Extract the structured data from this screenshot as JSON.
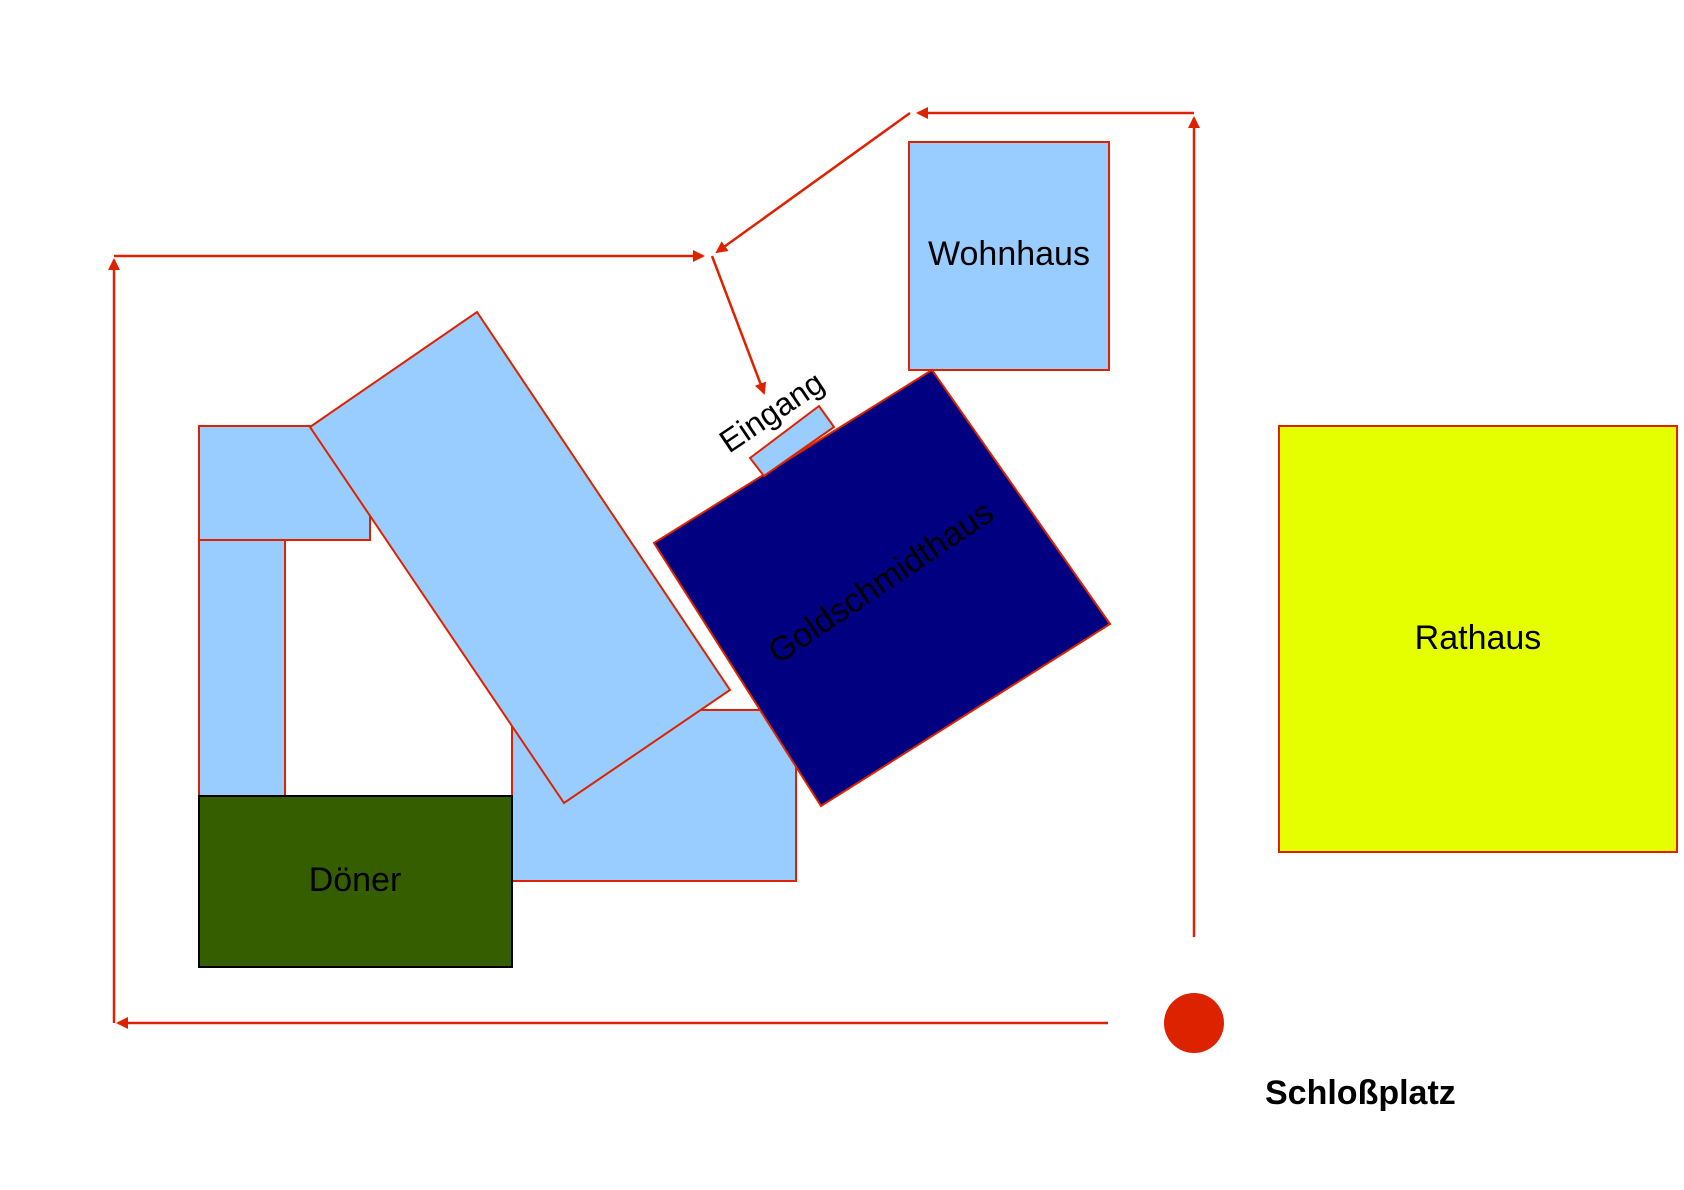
{
  "labels": {
    "wohnhaus": "Wohnhaus",
    "eingang": "Eingang",
    "goldschmidthaus": "Goldschmidthaus",
    "rathaus": "Rathaus",
    "doener": "Döner",
    "schlossplatz": "Schloßplatz"
  },
  "colors": {
    "building_light_blue": "#99ccff",
    "goldschmidthaus": "#000080",
    "rathaus": "#e6ff00",
    "doener": "#355e00",
    "route": "#dd2200",
    "outline": "#dd2200",
    "doener_outline": "#000000"
  }
}
